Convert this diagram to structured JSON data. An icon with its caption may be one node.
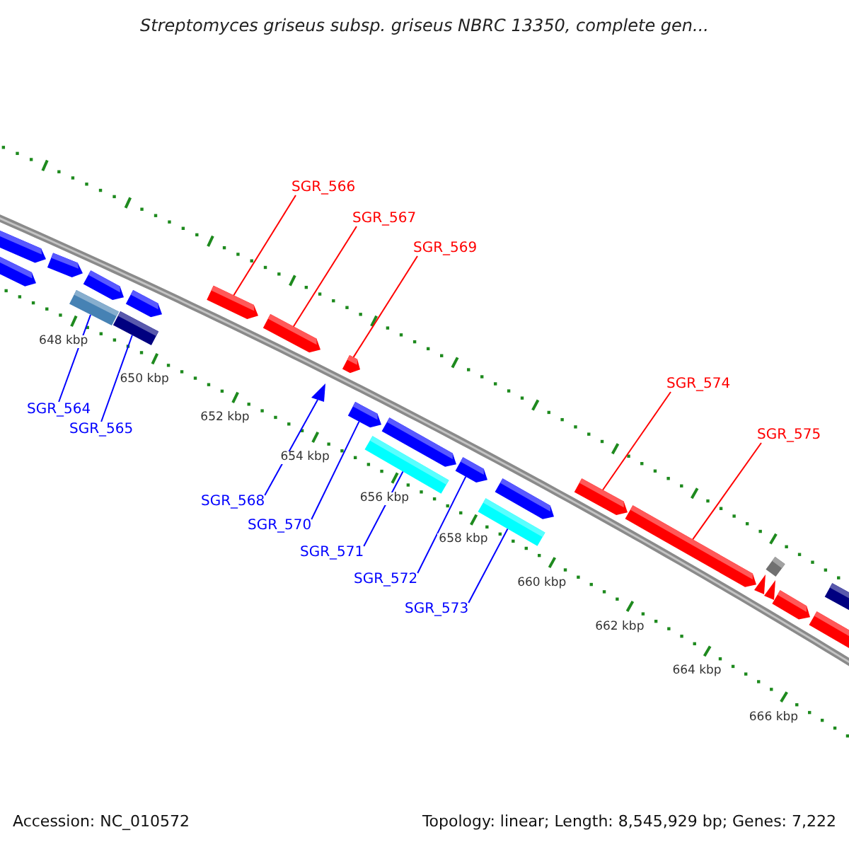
{
  "diagram": {
    "title": "Streptomyces griseus subsp. griseus NBRC 13350, complete gen...",
    "nodes": [
      {
        "text": [
          "SGR_566"
        ]
      },
      {
        "text": [
          "SGR_567"
        ]
      },
      {
        "text": [
          "SGR_569"
        ]
      },
      {
        "text": [
          "SGR_574"
        ]
      },
      {
        "text": [
          "SGR_575"
        ]
      },
      {
        "text": [
          "SGR_564"
        ]
      },
      {
        "text": [
          "SGR_565"
        ]
      },
      {
        "text": [
          "SGR_568"
        ]
      },
      {
        "text": [
          "SGR_570"
        ]
      },
      {
        "text": [
          "SGR_571"
        ]
      },
      {
        "text": [
          "SGR_572"
        ]
      },
      {
        "text": [
          "SGR_573"
        ]
      },
      {
        "text": [],
        "shape": "arrow"
      },
      {
        "text": [],
        "shape": "arrow"
      },
      {
        "text": [],
        "shape": "arrow"
      },
      {
        "text": [],
        "shape": "box"
      },
      {
        "text": [],
        "shape": "arrow"
      },
      {
        "text": [],
        "shape": "box"
      },
      {
        "text": [],
        "shape": "arrow"
      },
      {
        "text": [],
        "shape": "arrow"
      },
      {
        "text": [],
        "shape": "arrow"
      },
      {
        "text": [],
        "shape": "triangle"
      },
      {
        "text": [],
        "shape": "arrow"
      },
      {
        "text": [],
        "shape": "arrow"
      },
      {
        "text": [],
        "shape": "box"
      },
      {
        "text": [],
        "shape": "arrow"
      },
      {
        "text": [],
        "shape": "arrow"
      },
      {
        "text": [],
        "shape": "box"
      },
      {
        "text": [],
        "shape": "arrow"
      },
      {
        "text": [],
        "shape": "arrow"
      },
      {
        "text": [],
        "shape": "arrow"
      },
      {
        "text": [],
        "shape": "triangle"
      },
      {
        "text": [],
        "shape": "triangle"
      },
      {
        "text": [],
        "shape": "box"
      },
      {
        "text": [],
        "shape": "arrow"
      },
      {
        "text": [],
        "shape": "arrow"
      },
      {
        "text": [],
        "shape": "arrow"
      }
    ],
    "edges": [
      {
        "from": 0,
        "to": 19,
        "arrow": "none",
        "color": "#ff0000"
      },
      {
        "from": 1,
        "to": 20,
        "arrow": "none",
        "color": "#ff0000"
      },
      {
        "from": 2,
        "to": 22,
        "arrow": "none",
        "color": "#ff0000"
      },
      {
        "from": 3,
        "to": 29,
        "arrow": "none",
        "color": "#ff0000"
      },
      {
        "from": 4,
        "to": 30,
        "arrow": "none",
        "color": "#ff0000"
      },
      {
        "from": 5,
        "to": 15,
        "arrow": "none"
      },
      {
        "from": 6,
        "to": 17,
        "arrow": "none"
      },
      {
        "from": 7,
        "to": 21,
        "arrow": "none"
      },
      {
        "from": 8,
        "to": 23,
        "arrow": "none"
      },
      {
        "from": 9,
        "to": 24,
        "arrow": "none"
      },
      {
        "from": 10,
        "to": 26,
        "arrow": "none"
      },
      {
        "from": 11,
        "to": 27,
        "arrow": "none"
      }
    ],
    "labels": [
      "648 kbp",
      "650 kbp",
      "652 kbp",
      "654 kbp",
      "656 kbp",
      "658 kbp",
      "660 kbp",
      "662 kbp",
      "664 kbp",
      "666 kbp",
      "Accession: NC_010572",
      "Topology: linear; Length: 8,545,929 bp; Genes: 7,222"
    ]
  }
}
